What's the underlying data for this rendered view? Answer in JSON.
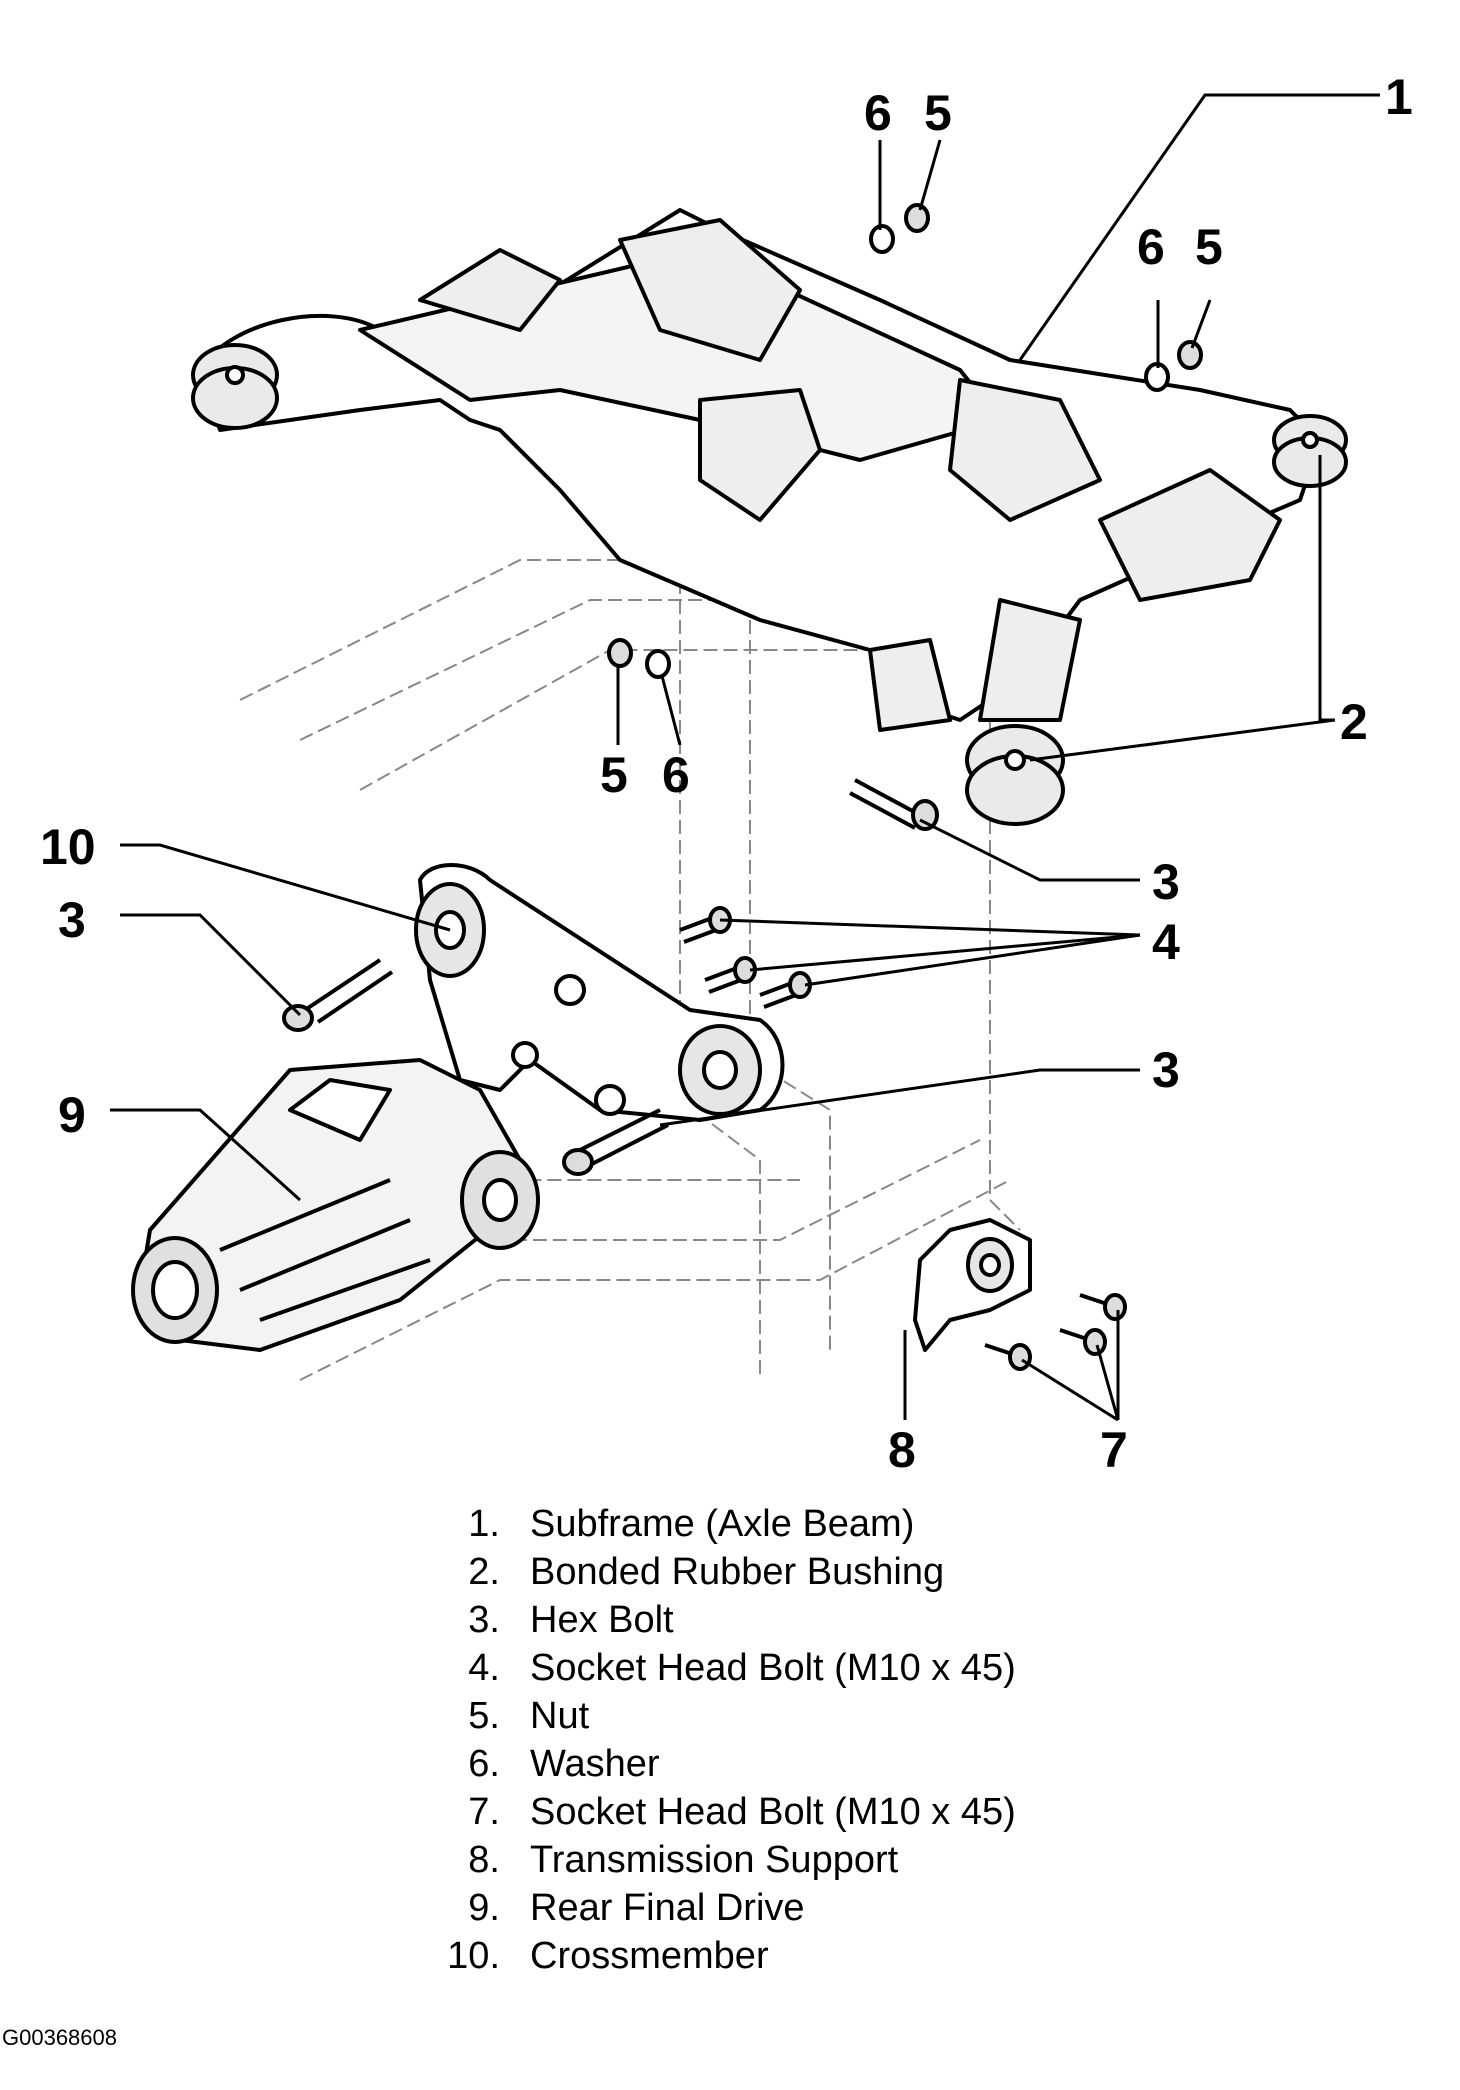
{
  "callouts": {
    "c1": "1",
    "c2": "2",
    "c3a": "3",
    "c3b": "3",
    "c3c": "3",
    "c4": "4",
    "c5a": "5",
    "c5b": "5",
    "c5c": "5",
    "c6a": "6",
    "c6b": "6",
    "c6c": "6",
    "c7": "7",
    "c8": "8",
    "c9": "9",
    "c10": "10"
  },
  "legend": [
    {
      "num": "1.",
      "text": "Subframe (Axle Beam)"
    },
    {
      "num": "2.",
      "text": "Bonded Rubber Bushing"
    },
    {
      "num": "3.",
      "text": "Hex Bolt"
    },
    {
      "num": "4.",
      "text": "Socket Head Bolt (M10 x 45)"
    },
    {
      "num": "5.",
      "text": "Nut"
    },
    {
      "num": "6.",
      "text": "Washer"
    },
    {
      "num": "7.",
      "text": "Socket Head Bolt (M10 x 45)"
    },
    {
      "num": "8.",
      "text": "Transmission Support"
    },
    {
      "num": "9.",
      "text": "Rear Final Drive"
    },
    {
      "num": "10.",
      "text": "Crossmember"
    }
  ],
  "figure_id": "G00368608"
}
